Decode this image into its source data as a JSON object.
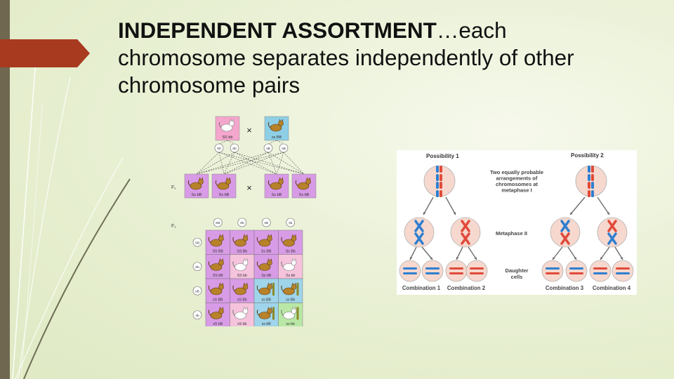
{
  "title": {
    "lead": "INDEPENDENT ASSORTMENT",
    "rest": "…each chromosome separates independently of other chromosome pairs"
  },
  "cross": {
    "cross_symbol": "×",
    "parents": [
      {
        "genotype": "SS bb",
        "fill": "#f4a6cc"
      },
      {
        "genotype": "ss BB",
        "fill": "#8ecfe6"
      }
    ],
    "gametes": [
      "Sb",
      "Sb",
      "sB",
      "sB"
    ],
    "f1_label": "F₁",
    "f1": [
      "Ss bB",
      "Ss bB",
      "Ss bB",
      "Ss bB"
    ],
    "f2_label": "F₂",
    "gamete_heads": [
      "SB",
      "Sb",
      "sB",
      "sb"
    ],
    "f2_rows": [
      [
        "SS BB",
        "SS Bb",
        "Ss BB",
        "Ss Bb"
      ],
      [
        "SS bB",
        "SS bb",
        "Ss bB",
        "Ss bb"
      ],
      [
        "sS BB",
        "sS Bb",
        "ss BB",
        "ss Bb"
      ],
      [
        "sS bB",
        "sS bb",
        "ss bB",
        "ss bb"
      ]
    ],
    "f2_fills": [
      [
        "#d89be6",
        "#d89be6",
        "#d89be6",
        "#d89be6"
      ],
      [
        "#d89be6",
        "#f6c3dc",
        "#d89be6",
        "#f6c3dc"
      ],
      [
        "#d89be6",
        "#d89be6",
        "#9fd4ea",
        "#9fd4ea"
      ],
      [
        "#d89be6",
        "#f6c3dc",
        "#9fd4ea",
        "#b9e7a6"
      ]
    ]
  },
  "meiosis": {
    "possibility1": "Possibility 1",
    "possibility2": "Possibility 2",
    "note": [
      "Two equally probable",
      "arrangements of",
      "chromosomes at",
      "metaphase I"
    ],
    "metaphase2": "Metaphase II",
    "daughter": [
      "Daughter",
      "cells"
    ],
    "combinations": [
      "Combination 1",
      "Combination 2",
      "Combination 3",
      "Combination 4"
    ],
    "colors": {
      "blue": "#2e7fd0",
      "red": "#e04a3a",
      "cell": "#f6d8ce",
      "arrow": "#6d6d6d"
    }
  }
}
